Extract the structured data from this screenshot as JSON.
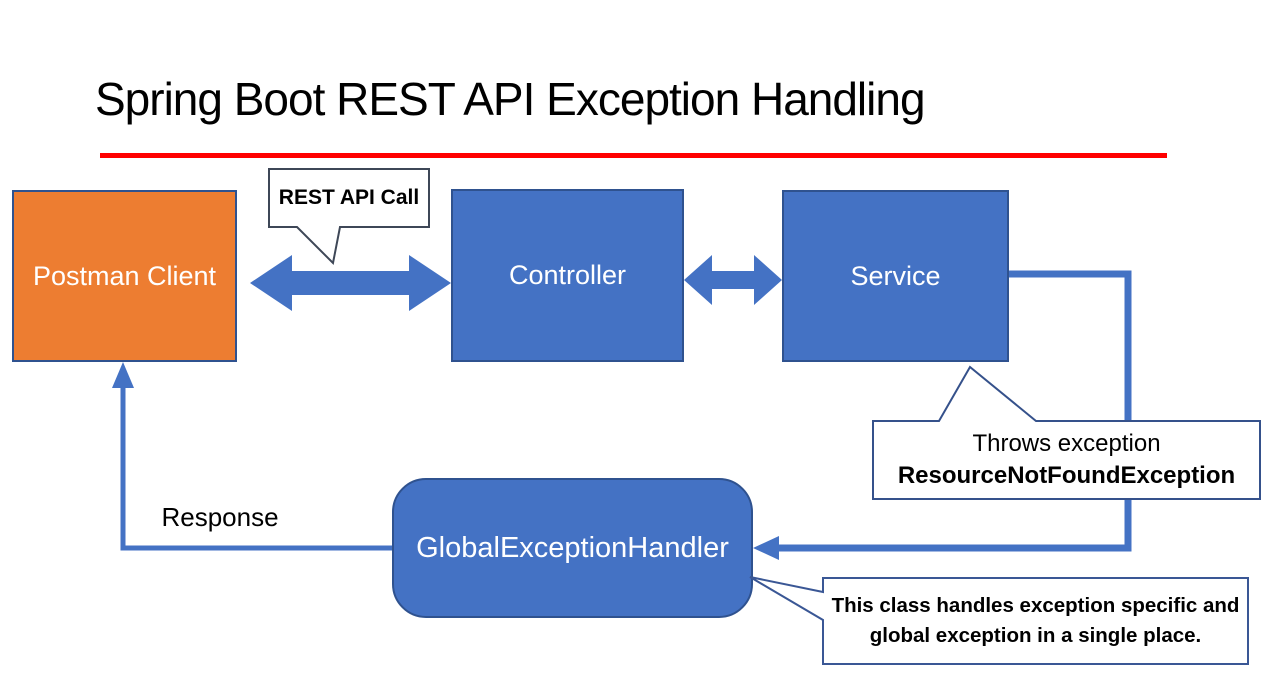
{
  "slide": {
    "title": "Spring Boot REST API Exception Handling"
  },
  "nodes": {
    "postman": {
      "label": "Postman Client",
      "fill": "#ED7D31",
      "border": "#2F528F",
      "text_color": "#FFFFFF"
    },
    "controller": {
      "label": "Controller",
      "fill": "#4472C4",
      "border": "#2F528F",
      "text_color": "#FFFFFF"
    },
    "service": {
      "label": "Service",
      "fill": "#4472C4",
      "border": "#2F528F",
      "text_color": "#FFFFFF"
    },
    "handler": {
      "label": "GlobalExceptionHandler",
      "fill": "#4472C4",
      "border": "#2F528F",
      "text_color": "#FFFFFF"
    }
  },
  "callouts": {
    "rest_api": {
      "text": "REST API Call",
      "border": "#3E4757"
    },
    "throws": {
      "lines": [
        "Throws exception",
        "ResourceNotFoundException"
      ],
      "border": "#35518B"
    },
    "handler_note": {
      "lines": [
        "This class handles exception specific and",
        "global exception in a single place."
      ],
      "border": "#3A5795"
    }
  },
  "labels": {
    "response": "Response"
  },
  "colors": {
    "arrow": "#4472C4",
    "divider": "#FF0000",
    "title_text": "#000000",
    "callout_fill": "#FFFFFF",
    "background": "#FFFFFF"
  }
}
